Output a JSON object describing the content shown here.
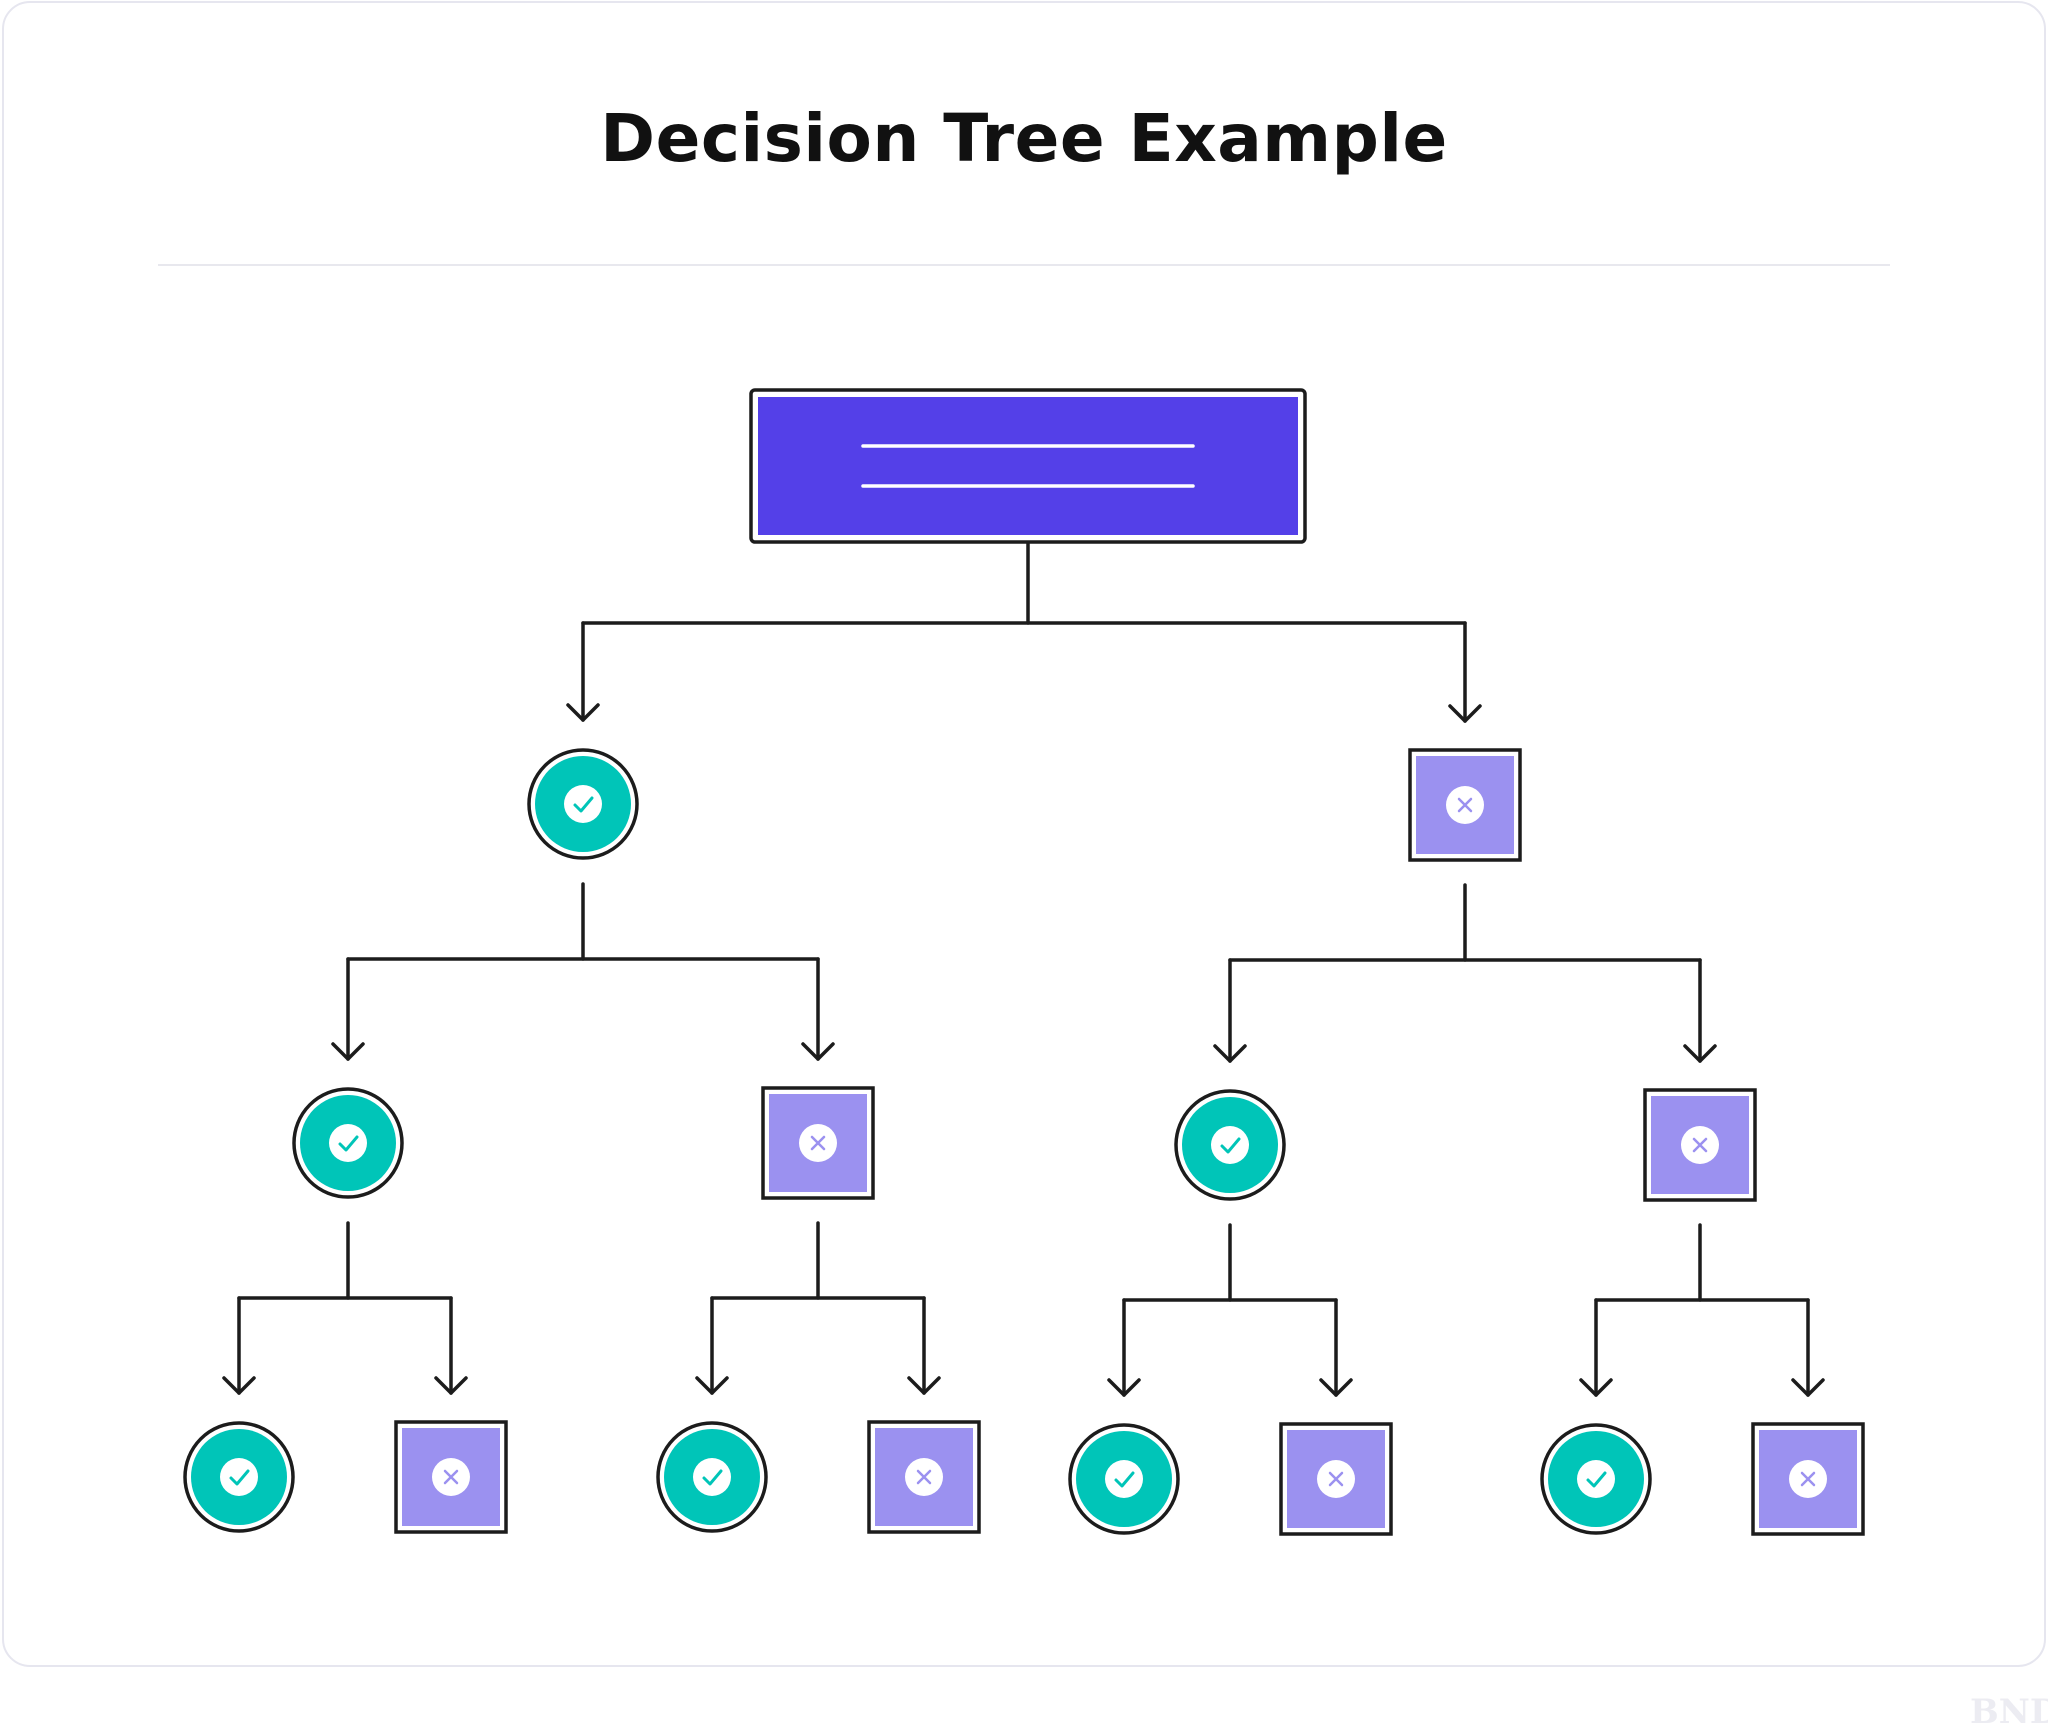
{
  "title": "Decision Tree Example",
  "watermark": "BND",
  "colors": {
    "root_fill": "#5440e8",
    "yes_fill": "#00c5b8",
    "no_fill": "#9b91f0",
    "stroke": "#1c1c1c",
    "divider": "#e8e8ee"
  },
  "nodes": [
    {
      "id": "root",
      "type": "root",
      "icon": "text-lines-icon"
    },
    {
      "id": "l1-yes",
      "type": "yes",
      "parent": "root",
      "icon": "check-icon"
    },
    {
      "id": "l1-no",
      "type": "no",
      "parent": "root",
      "icon": "x-icon"
    },
    {
      "id": "l2-yes-yes",
      "type": "yes",
      "parent": "l1-yes",
      "icon": "check-icon"
    },
    {
      "id": "l2-yes-no",
      "type": "no",
      "parent": "l1-yes",
      "icon": "x-icon"
    },
    {
      "id": "l2-no-yes",
      "type": "yes",
      "parent": "l1-no",
      "icon": "check-icon"
    },
    {
      "id": "l2-no-no",
      "type": "no",
      "parent": "l1-no",
      "icon": "x-icon"
    },
    {
      "id": "l3-1",
      "type": "yes",
      "parent": "l2-yes-yes",
      "icon": "check-icon"
    },
    {
      "id": "l3-2",
      "type": "no",
      "parent": "l2-yes-yes",
      "icon": "x-icon"
    },
    {
      "id": "l3-3",
      "type": "yes",
      "parent": "l2-yes-no",
      "icon": "check-icon"
    },
    {
      "id": "l3-4",
      "type": "no",
      "parent": "l2-yes-no",
      "icon": "x-icon"
    },
    {
      "id": "l3-5",
      "type": "yes",
      "parent": "l2-no-yes",
      "icon": "check-icon"
    },
    {
      "id": "l3-6",
      "type": "no",
      "parent": "l2-no-yes",
      "icon": "x-icon"
    },
    {
      "id": "l3-7",
      "type": "yes",
      "parent": "l2-no-no",
      "icon": "check-icon"
    },
    {
      "id": "l3-8",
      "type": "no",
      "parent": "l2-no-no",
      "icon": "x-icon"
    }
  ]
}
